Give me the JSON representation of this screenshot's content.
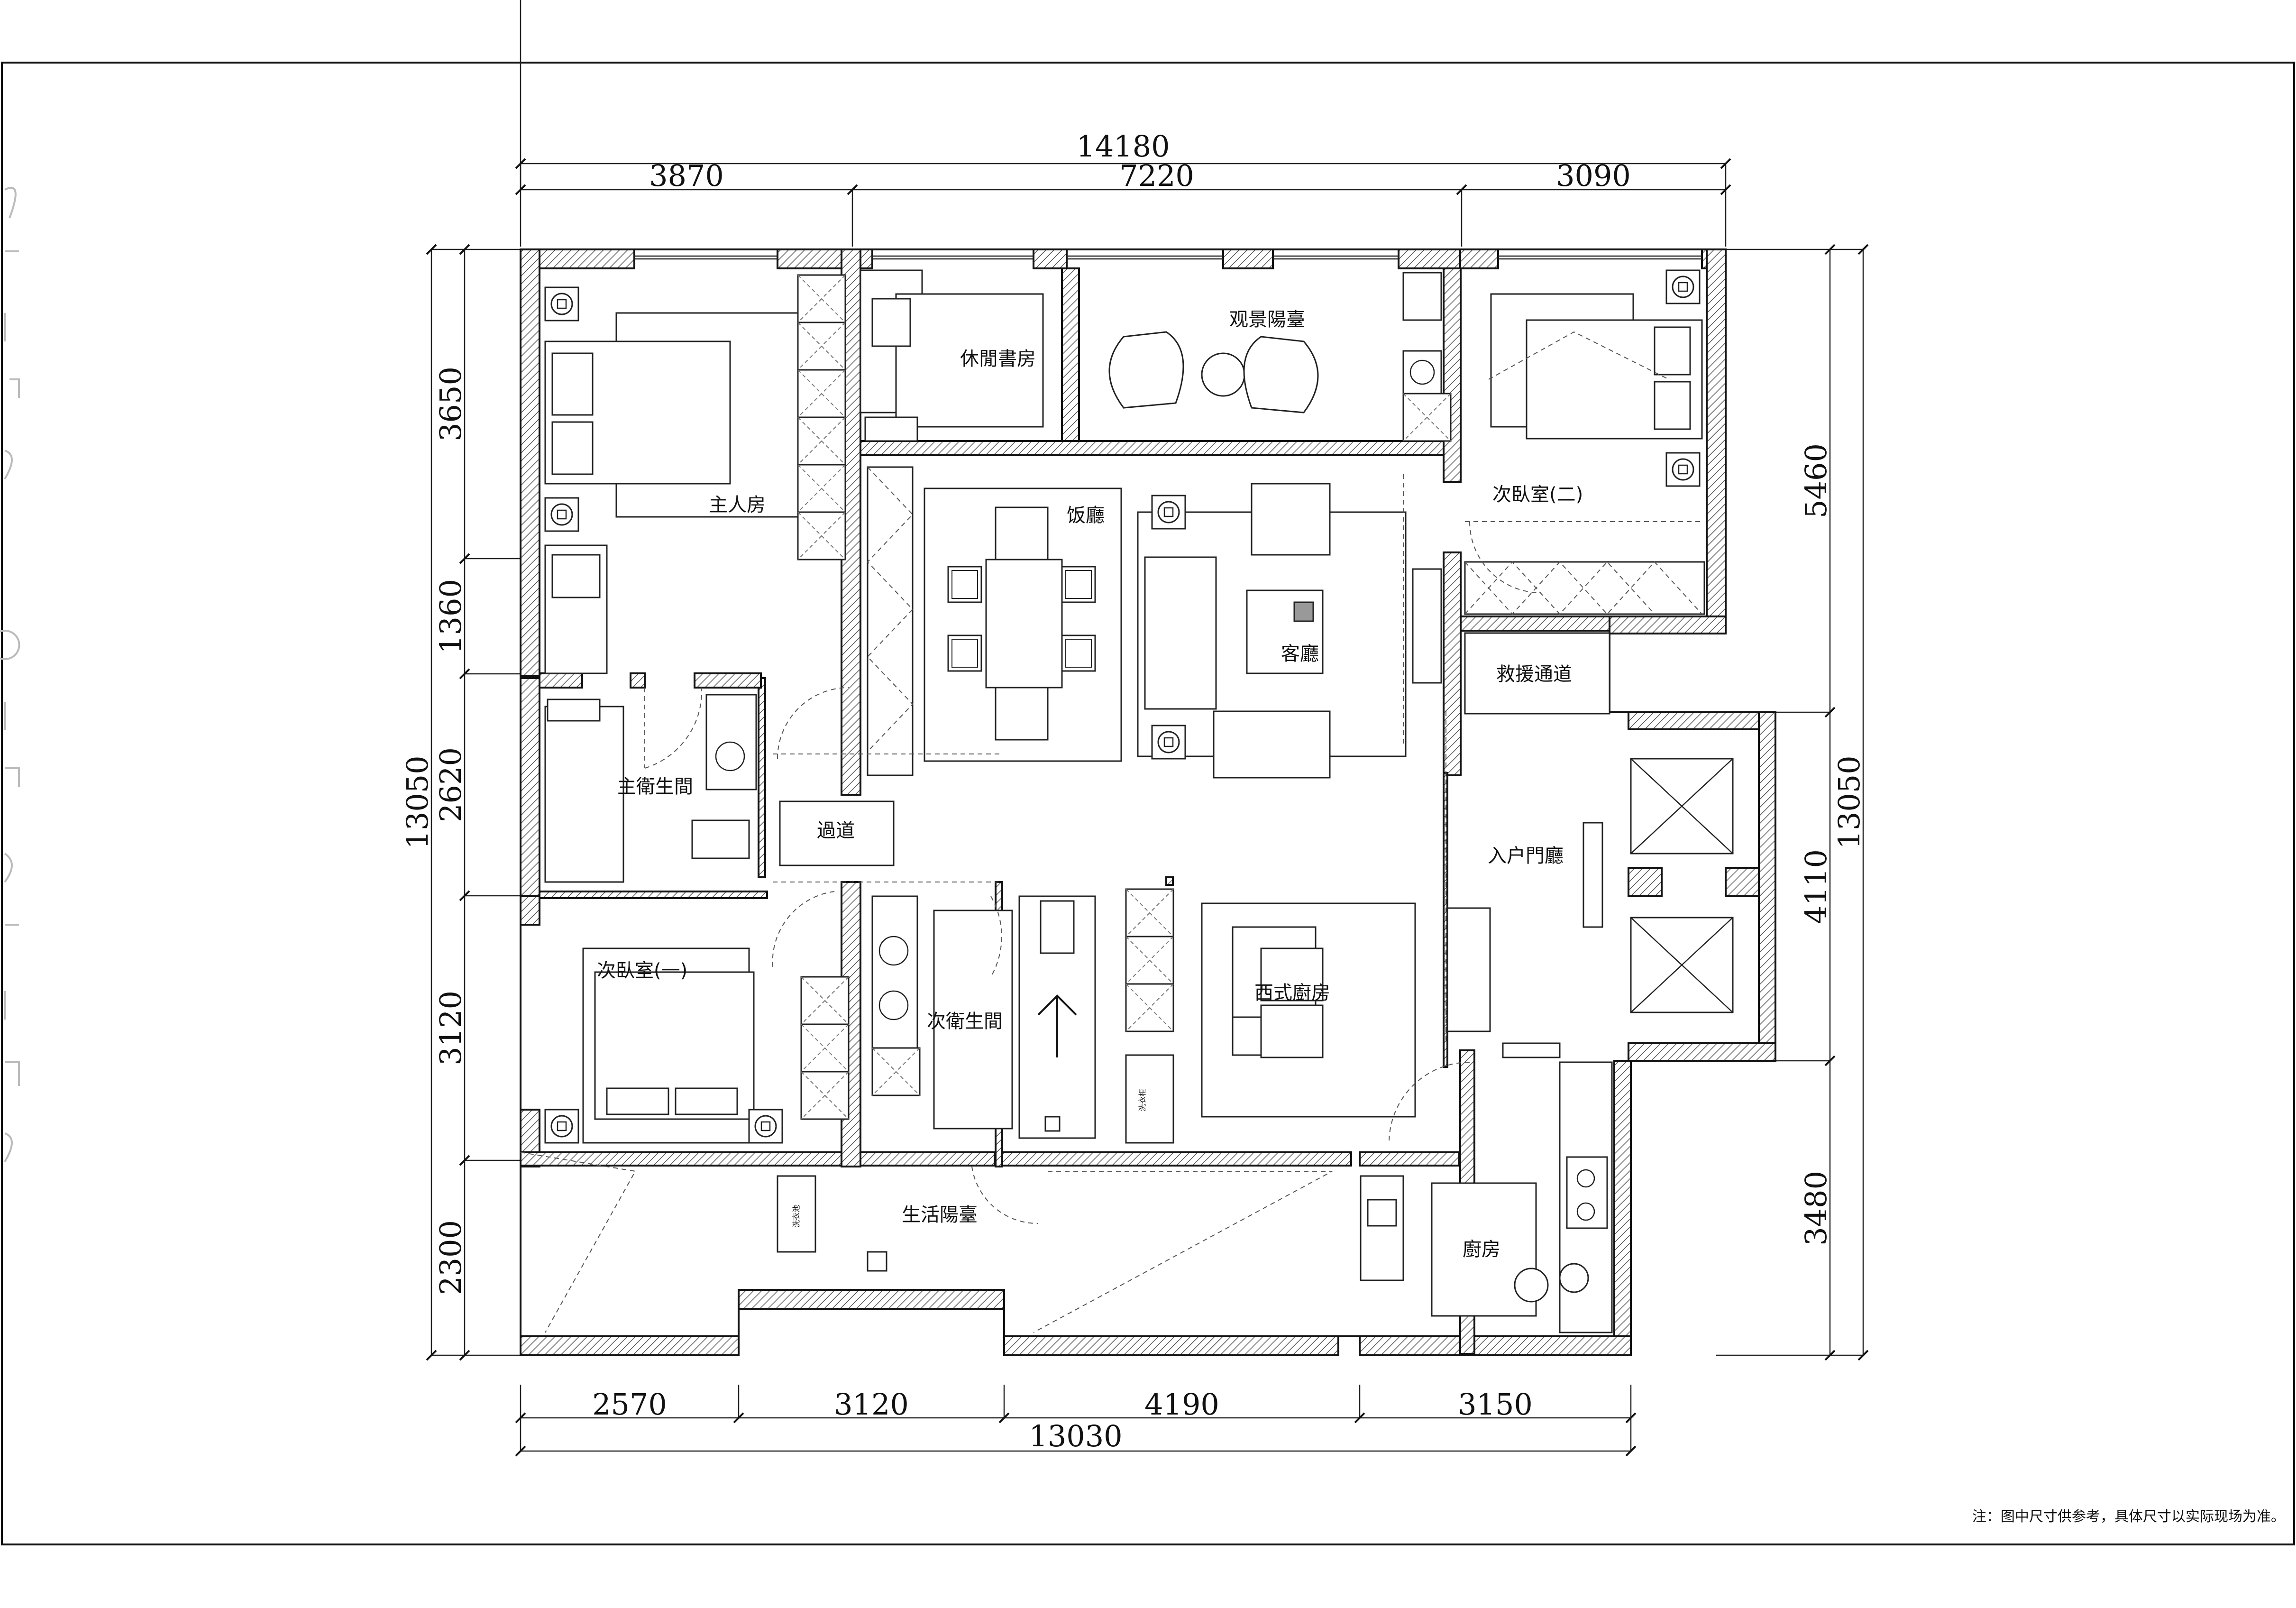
{
  "dimensions": {
    "top_total": "14180",
    "top_segments": [
      "3870",
      "7220",
      "3090"
    ],
    "bottom_total": "13030",
    "bottom_segments": [
      "2570",
      "3120",
      "4190",
      "3150"
    ],
    "left_total": "13050",
    "left_segments": [
      "3650",
      "1360",
      "2620",
      "3120",
      "2300"
    ],
    "right_total": "13050",
    "right_segments": [
      "5460",
      "4110",
      "3480"
    ]
  },
  "rooms": {
    "master_bedroom": "主人房",
    "study": "休閒書房",
    "view_balcony": "观景陽臺",
    "second_bedroom_two": "次臥室(二)",
    "dining": "饭廳",
    "living": "客廳",
    "rescue_passage": "救援通道",
    "master_bath": "主衛生間",
    "corridor": "過道",
    "entry_hall": "入户門廳",
    "second_bedroom_one": "次臥室(一)",
    "second_bath": "次衛生間",
    "western_kitchen": "西式廚房",
    "service_balcony": "生活陽臺",
    "kitchen": "廚房"
  },
  "note": "注：图中尺寸供参考，具体尺寸以实际现场为准。"
}
